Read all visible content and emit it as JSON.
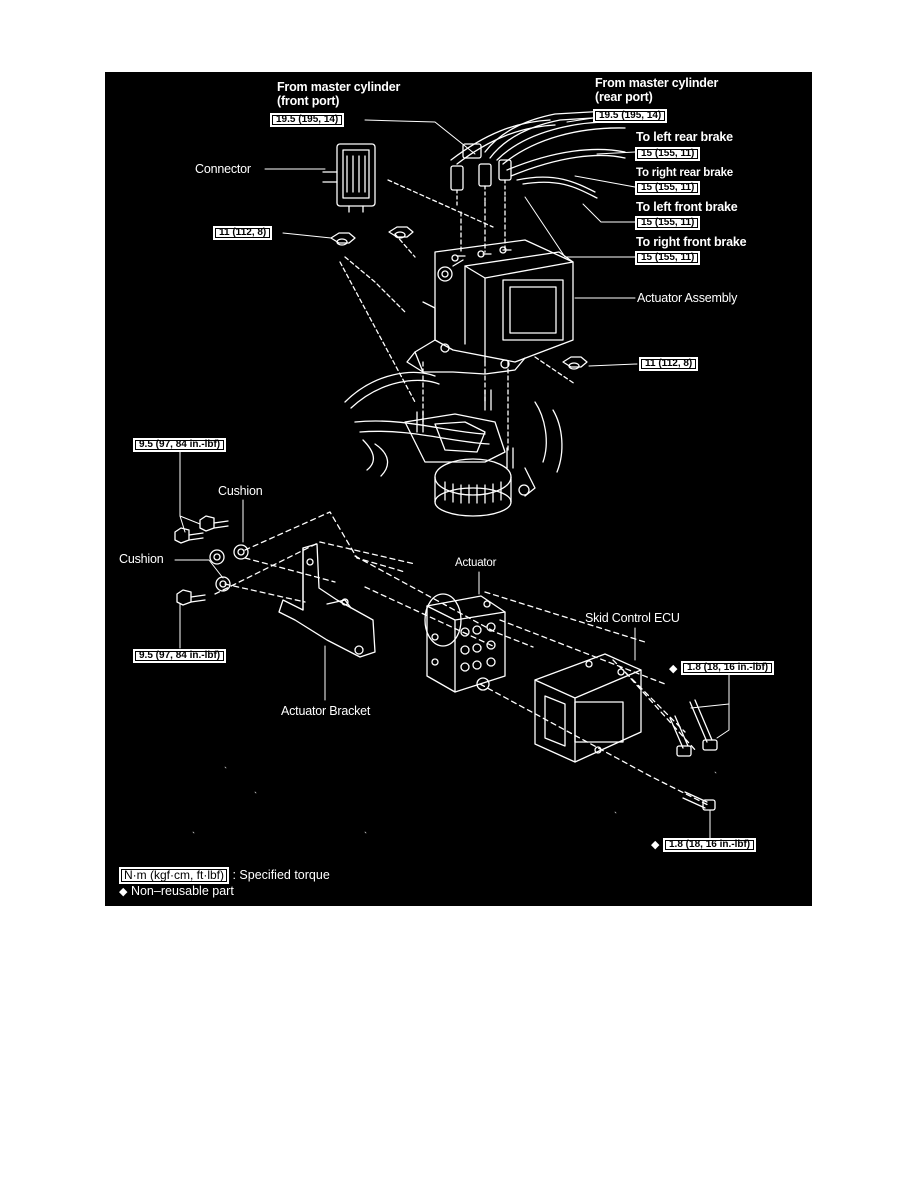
{
  "labels": {
    "master_front": [
      "From master cylinder",
      "(front port)"
    ],
    "master_rear": [
      "From master cylinder",
      "(rear port)"
    ],
    "left_rear": "To left rear brake",
    "right_rear": "To right rear brake",
    "left_front": "To left front brake",
    "right_front": "To right front brake",
    "connector": "Connector",
    "actuator_assembly": "Actuator Assembly",
    "cushion_top": "Cushion",
    "cushion_left": "Cushion",
    "actuator": "Actuator",
    "skid_ecu": "Skid Control ECU",
    "bracket": "Actuator Bracket"
  },
  "torques": {
    "master_front": "19.5 (195, 14)",
    "master_rear": "19.5 (195, 14)",
    "left_rear": "15 (155, 11)",
    "right_rear": "15 (155, 11)",
    "left_front": "15 (155, 11)",
    "right_front": "15 (155, 11)",
    "nut_left": "11 (112, 8)",
    "nut_right": "11 (112, 8)",
    "bolt_upper": "9.5 (97, 84 in.-lbf)",
    "bolt_lower": "9.5 (97, 84 in.-lbf)",
    "ecu_upper": "1.8 (18, 16 in.-lbf)",
    "ecu_lower": "1.8 (18, 16 in.-lbf)"
  },
  "legend": {
    "unit_box": "N·m (kgf·cm, ft·lbf)",
    "unit_text": ": Specified torque",
    "nonreusable": "Non–reusable part"
  },
  "symbols": {
    "non_reusable": "diamond-icon"
  },
  "colors": {
    "background": "#000000",
    "line": "#ffffff",
    "box_fill": "#ffffff",
    "box_text": "#000000"
  }
}
